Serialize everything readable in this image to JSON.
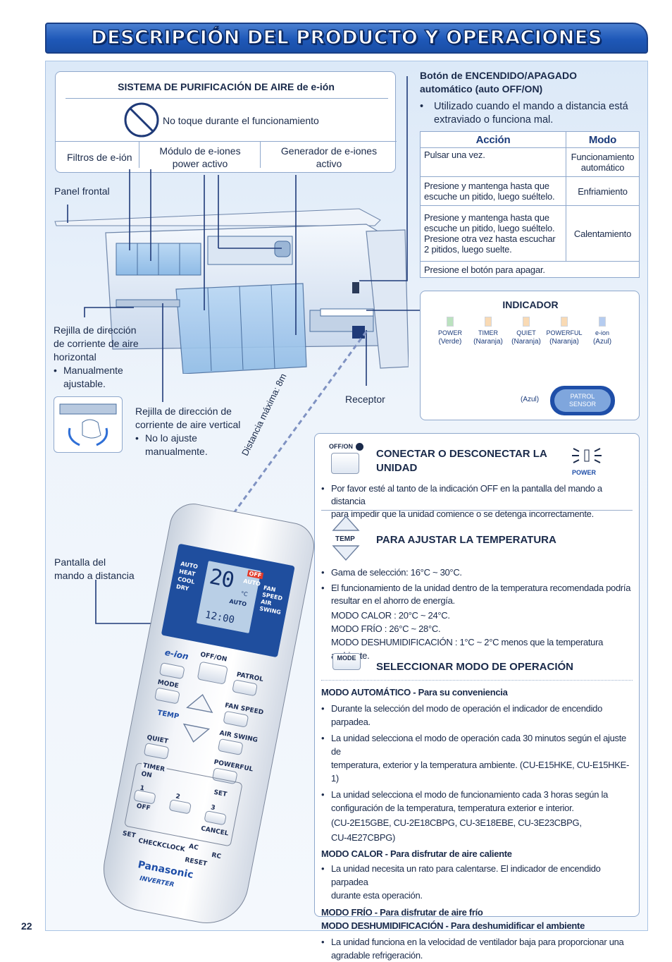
{
  "header": {
    "title": "DESCRIPCIÓN DEL PRODUCTO Y OPERACIONES"
  },
  "page_number": "22",
  "eion_box": {
    "title_bold": "SISTEMA DE PURIFICACIÓN DE AIRE",
    "title_normal": "de e-ión",
    "warning": "No toque durante el funcionamiento",
    "col1": "Filtros de e-ión",
    "col2_l1": "Módulo de e-iones",
    "col2_l2": "power activo",
    "col3_l1": "Generador de e-iones",
    "col3_l2": "activo"
  },
  "labels": {
    "panel_frontal": "Panel frontal",
    "rejilla_h_l1": "Rejilla de dirección",
    "rejilla_h_l2": "de corriente de aire",
    "rejilla_h_l3": "horizontal",
    "rejilla_h_b1": "Manualmente",
    "rejilla_h_b2": "ajustable.",
    "rejilla_v_l1": "Rejilla de dirección de",
    "rejilla_v_l2": "corriente de aire vertical",
    "rejilla_v_b1": "No lo ajuste",
    "rejilla_v_b2": "manualmente.",
    "receptor": "Receptor",
    "distancia": "Distancia máxima: 8m",
    "pantalla_l1": "Pantalla del",
    "pantalla_l2": "mando a distancia"
  },
  "auto_button": {
    "title_l1": "Botón de ENCENDIDO/APAGADO",
    "title_l2": "automático (auto OFF/ON)",
    "bullet_l1": "Utilizado cuando el mando a distancia está",
    "bullet_l2": "extraviado o funciona mal.",
    "headers": [
      "Acción",
      "Modo"
    ],
    "rows": [
      {
        "accion": [
          "Pulsar una vez."
        ],
        "modo": [
          "Funcionamiento",
          "automático"
        ]
      },
      {
        "accion": [
          "Presione y mantenga hasta que",
          "escuche un pitido, luego suéltelo."
        ],
        "modo": [
          "Enfriamiento"
        ]
      },
      {
        "accion": [
          "Presione y mantenga hasta que",
          "escuche un pitido, luego suéltelo.",
          "Presione otra vez hasta escuchar",
          "2 pitidos, luego suelte."
        ],
        "modo": [
          "Calentamiento"
        ]
      },
      {
        "accion": [
          "Presione el botón para apagar."
        ],
        "modo": [
          ""
        ]
      }
    ]
  },
  "indicator": {
    "title": "INDICADOR",
    "leds": [
      {
        "name": "POWER",
        "color_label": "(Verde)"
      },
      {
        "name": "TIMER",
        "color_label": "(Naranja)"
      },
      {
        "name": "QUIET",
        "color_label": "(Naranja)"
      },
      {
        "name": "POWERFUL",
        "color_label": "(Naranja)"
      },
      {
        "name": "e-ion",
        "color_label": "(Azul)"
      }
    ],
    "patrol_color": "(Azul)",
    "patrol_l1": "PATROL",
    "patrol_l2": "SENSOR",
    "colors": {
      "green": "#3fae49",
      "orange": "#f0962a",
      "blue": "#2f6fd6"
    }
  },
  "operations": {
    "off_on_label": "OFF/ON",
    "power_label": "POWER",
    "connect_l1": "CONECTAR O DESCONECTAR LA",
    "connect_l2": "UNIDAD",
    "connect_b1": "Por favor esté al tanto de la indicación OFF en la pantalla del mando a distancia",
    "connect_b2": "para impedir que la unidad comience o se detenga incorrectamente.",
    "temp_label": "TEMP",
    "temp_title": "PARA AJUSTAR LA TEMPERATURA",
    "temp_b1": "Gama de selección: 16°C ~ 30°C.",
    "temp_b2_l1": "El funcionamiento de la unidad dentro de la temperatura recomendada podría",
    "temp_b2_l2": "resultar en el ahorro de energía.",
    "temp_m1": "MODO CALOR : 20°C ~ 24°C.",
    "temp_m2": "MODO FRÍO : 26°C ~ 28°C.",
    "temp_m3": "MODO DESHUMIDIFICACIÓN : 1°C ~ 2°C menos que la temperatura ambiente.",
    "mode_label": "MODE",
    "mode_title": "SELECCIONAR MODO DE OPERACIÓN",
    "auto_head_b": "MODO AUTOMÁTICO -",
    "auto_head_n": "Para su conveniencia",
    "auto_b1": "Durante la selección del modo de operación el indicador de encendido parpadea.",
    "auto_b2_l1": "La unidad selecciona el modo de operación cada 30 minutos según el ajuste de",
    "auto_b2_l2": "temperatura, exterior y la temperatura ambiente. (CU-E15HKE, CU-E15HKE-1)",
    "auto_b3_l1": "La unidad selecciona el modo de funcionamiento cada 3 horas según la",
    "auto_b3_l2": "configuración de la temperatura, temperatura exterior e interior.",
    "auto_b3_l3": "(CU-2E15GBE, CU-2E18CBPG, CU-3E18EBE, CU-3E23CBPG,",
    "auto_b3_l4": "CU-4E27CBPG)",
    "calor_head_b": "MODO CALOR -",
    "calor_head_n": "Para disfrutar de aire caliente",
    "calor_b1_l1": "La unidad necesita un rato para calentarse. El indicador de encendido parpadea",
    "calor_b1_l2": "durante esta operación.",
    "frio_head_b": "MODO FRÍO -",
    "frio_head_n": "Para disfrutar de aire frío",
    "deshum_head_b": "MODO DESHUMIDIFICACIÓN -",
    "deshum_head_n": "Para deshumidificar el ambiente",
    "deshum_b1_l1": "La unidad funciona en la velocidad de ventilador baja para proporcionar una",
    "deshum_b1_l2": "agradable refrigeración."
  },
  "remote": {
    "lcd_modes": [
      "AUTO",
      "HEAT",
      "COOL",
      "DRY"
    ],
    "lcd_temp": "20",
    "lcd_unit": "°C",
    "lcd_off": "OFF",
    "lcd_auto1": "AUTO",
    "lcd_auto2": "AUTO",
    "lcd_fan": [
      "FAN",
      "SPEED",
      "AIR",
      "SWING"
    ],
    "lcd_time": "12:00",
    "eion": "e-ion",
    "offon": "OFF/ON",
    "patrol": "PATROL",
    "mode": "MODE",
    "fan_speed": "FAN SPEED",
    "temp": "TEMP",
    "air_swing": "AIR SWING",
    "quiet": "QUIET",
    "powerful": "POWERFUL",
    "timer": "TIMER",
    "on": "ON",
    "off": "OFF",
    "set": "SET",
    "n1": "1",
    "n2": "2",
    "n3": "3",
    "cancel": "CANCEL",
    "set2": "SET",
    "check": "CHECK",
    "clock": "CLOCK",
    "ac": "AC",
    "reset": "RESET",
    "rc": "RC",
    "brand": "Panasonic",
    "inverter": "INVERTER"
  }
}
